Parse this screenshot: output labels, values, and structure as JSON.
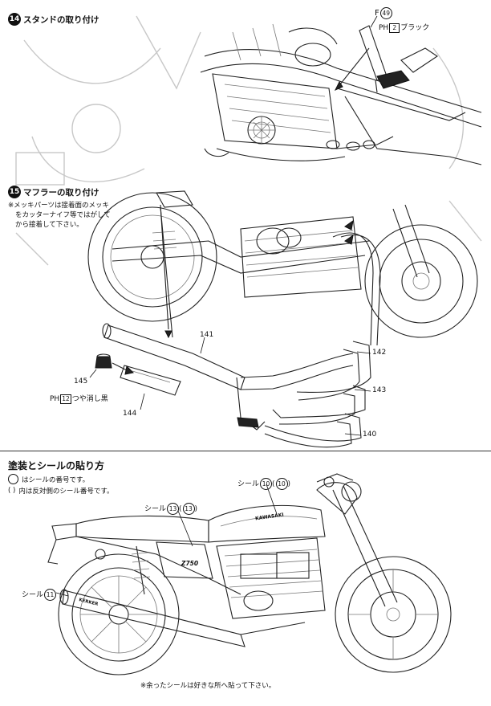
{
  "step14": {
    "number": "14",
    "title": "スタンドの取り付け",
    "part_letter": "F",
    "part_num": "49",
    "paint_prefix": "PH",
    "paint_code": "2",
    "paint_name": "ブラック"
  },
  "step15": {
    "number": "15",
    "title": "マフラーの取り付け",
    "note_line1": "※メッキパーツは接着面のメッキ",
    "note_line2": "をカッターナイフ等ではがして",
    "note_line3": "から接着して下さい。",
    "parts": {
      "p141": "141",
      "p142": "142",
      "p143": "143",
      "p140": "140",
      "p145": "145",
      "p144": "144"
    },
    "paint_prefix": "PH",
    "paint_code": "12",
    "paint_name": "つや消し黒"
  },
  "painting": {
    "title": "塗装とシールの貼り方",
    "legend1": "はシールの番号です。",
    "legend2_sym": "( )",
    "legend2": "内は反対側のシール番号です。",
    "seal_word": "シール",
    "seal_top_num": "10",
    "seal_top_alt": "10",
    "seal_mid_num": "13",
    "seal_mid_alt": "13",
    "seal_left_num": "11",
    "footer_note": "※余ったシールは好きな所へ貼って下さい。",
    "tank_brand": "KAWASAKI",
    "side_cover_badge": "Z750",
    "muffler_brand": "KERKER"
  }
}
